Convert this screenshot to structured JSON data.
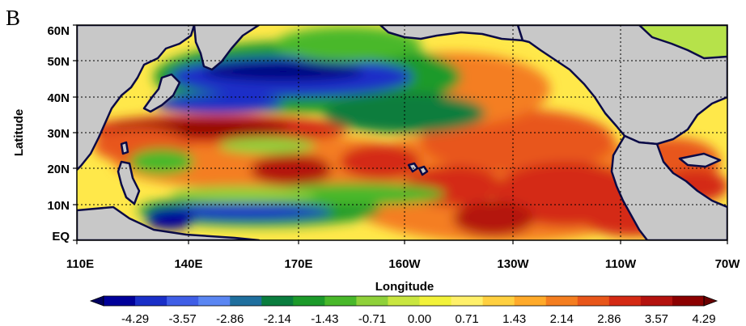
{
  "panel_label": "B",
  "map": {
    "xlabel": "Longitude",
    "ylabel": "Latitude",
    "x_ticks": [
      "110E",
      "140E",
      "170E",
      "160W",
      "130W",
      "110W",
      "70W"
    ],
    "y_ticks": [
      "60N",
      "50N",
      "40N",
      "30N",
      "20N",
      "10N",
      "EQ"
    ],
    "land_color": "#c8c8c8",
    "coast_color": "#0a0a46",
    "grid": "dotted"
  },
  "colorbar": {
    "labels": [
      "-4.29",
      "-3.57",
      "-2.86",
      "-2.14",
      "-1.43",
      "-0.71",
      "0.00",
      "0.71",
      "1.43",
      "2.14",
      "2.86",
      "3.57",
      "4.29"
    ],
    "colors": [
      "#000060",
      "#00009a",
      "#1a2fc8",
      "#3f5ee6",
      "#5a86f2",
      "#1f6f9e",
      "#0a7d3e",
      "#1c9a2a",
      "#48b82a",
      "#8fd13a",
      "#c9e640",
      "#f2f23a",
      "#fff06a",
      "#ffd040",
      "#ffaa2a",
      "#f47e20",
      "#e8561a",
      "#d42a14",
      "#b4120e",
      "#8c0000",
      "#6a0000"
    ],
    "extend": "both"
  }
}
